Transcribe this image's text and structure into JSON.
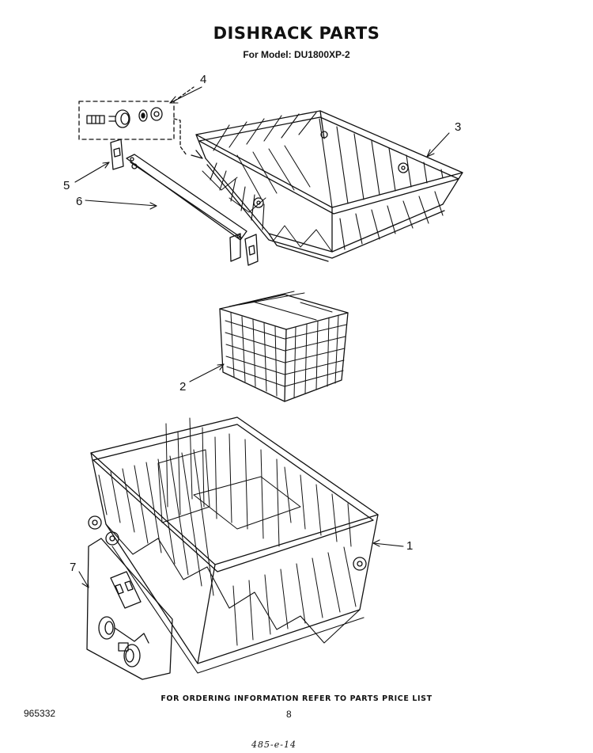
{
  "header": {
    "title": "DISHRACK PARTS",
    "model_line": "For Model: DU1800XP-2"
  },
  "callouts": [
    {
      "id": "1",
      "label": "1"
    },
    {
      "id": "2",
      "label": "2"
    },
    {
      "id": "3",
      "label": "3"
    },
    {
      "id": "4",
      "label": "4"
    },
    {
      "id": "5",
      "label": "5"
    },
    {
      "id": "6",
      "label": "6"
    },
    {
      "id": "7",
      "label": "7"
    }
  ],
  "footer": {
    "ordering_note": "FOR ORDERING INFORMATION REFER TO PARTS PRICE LIST",
    "part_number": "965332",
    "page": "8",
    "handwritten": "485-e-14"
  },
  "colors": {
    "ink": "#111111",
    "paper": "#ffffff"
  }
}
